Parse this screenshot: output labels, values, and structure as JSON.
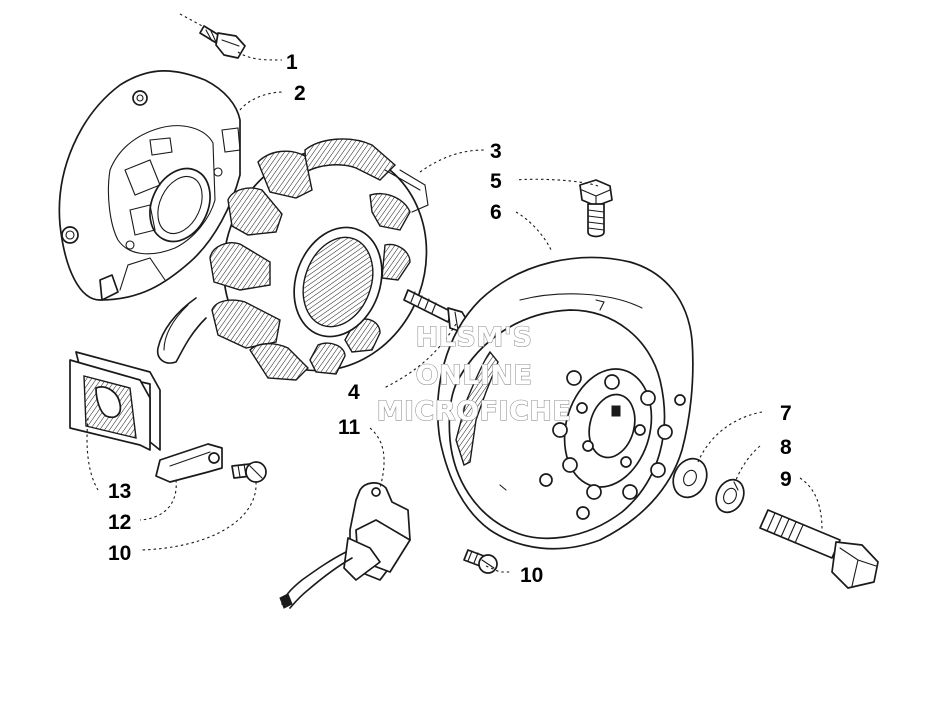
{
  "diagram": {
    "callouts": [
      {
        "id": "c1",
        "label": "1"
      },
      {
        "id": "c2",
        "label": "2"
      },
      {
        "id": "c3",
        "label": "3"
      },
      {
        "id": "c4",
        "label": "4"
      },
      {
        "id": "c5",
        "label": "5"
      },
      {
        "id": "c6",
        "label": "6"
      },
      {
        "id": "c7",
        "label": "7"
      },
      {
        "id": "c8",
        "label": "8"
      },
      {
        "id": "c9",
        "label": "9"
      },
      {
        "id": "c10a",
        "label": "10"
      },
      {
        "id": "c10b",
        "label": "10"
      },
      {
        "id": "c11",
        "label": "11"
      },
      {
        "id": "c12",
        "label": "12"
      },
      {
        "id": "c13",
        "label": "13"
      }
    ]
  },
  "watermark": {
    "line1": "HLSM'S",
    "line2": "ONLINE",
    "line3": "MICROFICHE"
  },
  "colors": {
    "ink": "#1a1a1a",
    "watermark_stroke": "#8e8e8e",
    "background": "#ffffff"
  }
}
